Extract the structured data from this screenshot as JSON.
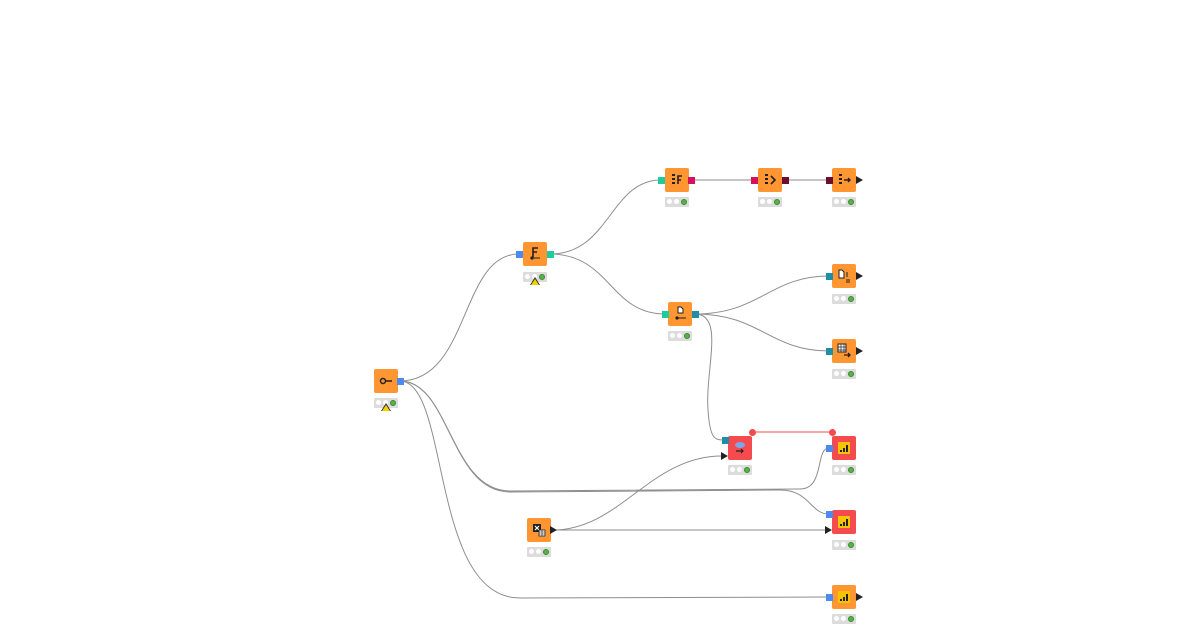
{
  "colors": {
    "canvas": "#ffffff",
    "node_orange": "#ff9632",
    "node_red": "#f54b4f",
    "port_blue": "#4b8af0",
    "port_teal": "#1ecb9e",
    "port_dark_teal": "#1f8fa8",
    "port_pink": "#d4135e",
    "port_maroon": "#6d0d30",
    "wire": "#8e8e8e",
    "flow_variable": "#f54b4f",
    "status_ok": "#58b249"
  },
  "nodes": [
    {
      "icon": "key-connector-icon",
      "kind": "source",
      "status": "executed",
      "warning": true
    },
    {
      "icon": "f-connector-icon",
      "kind": "connector",
      "status": "executed",
      "warning": true
    },
    {
      "icon": "f-list-icon",
      "kind": "manipulator",
      "status": "executed",
      "warning": false
    },
    {
      "icon": "list-compare-icon",
      "kind": "manipulator",
      "status": "executed",
      "warning": false
    },
    {
      "icon": "list-output-icon",
      "kind": "manipulator",
      "status": "executed",
      "warning": false
    },
    {
      "icon": "file-connector-icon",
      "kind": "connector",
      "status": "executed",
      "warning": false
    },
    {
      "icon": "files-sort-icon",
      "kind": "manipulator",
      "status": "executed",
      "warning": false
    },
    {
      "icon": "table-output-icon",
      "kind": "manipulator",
      "status": "executed",
      "warning": false
    },
    {
      "icon": "cloud-upload-icon",
      "kind": "sink",
      "status": "executed",
      "warning": false
    },
    {
      "icon": "bar-chart-icon",
      "kind": "sink",
      "status": "executed",
      "warning": false
    },
    {
      "icon": "bar-chart-icon",
      "kind": "sink",
      "status": "executed",
      "warning": false
    },
    {
      "icon": "bar-chart-icon",
      "kind": "manipulator",
      "status": "executed",
      "warning": false
    },
    {
      "icon": "excel-table-icon",
      "kind": "source",
      "status": "executed",
      "warning": false
    }
  ]
}
